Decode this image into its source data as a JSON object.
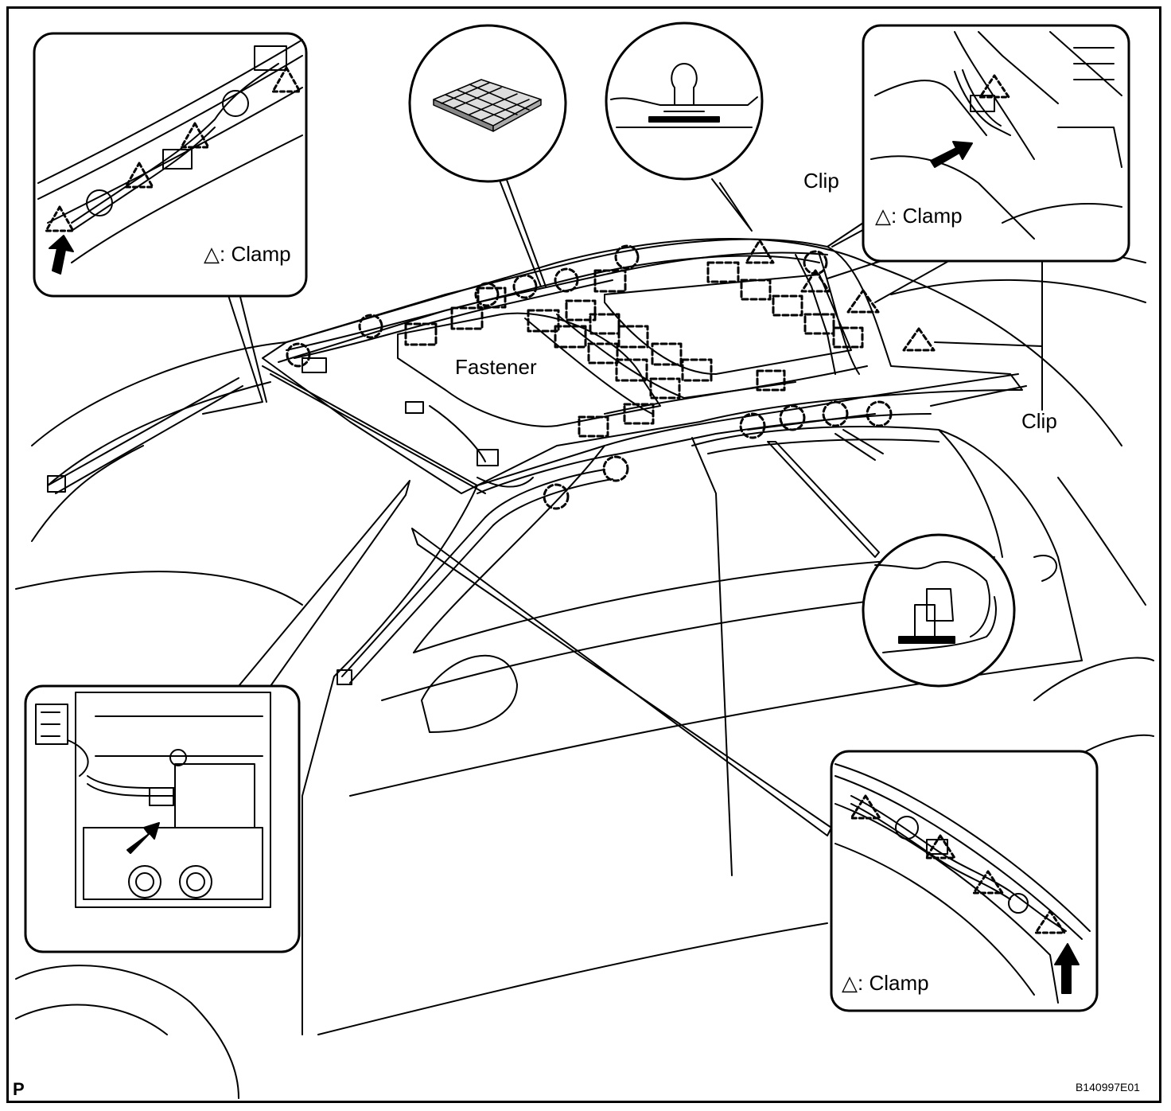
{
  "labels": {
    "clip_top": "Clip",
    "clip_right": "Clip",
    "fastener": "Fastener",
    "clamp_legend_symbol": "△",
    "clamp_legend_text": ": Clamp"
  },
  "insets": {
    "top_left": {
      "legend": "△: Clamp"
    },
    "top_right": {
      "legend": "△: Clamp"
    },
    "bottom_right": {
      "legend": "△: Clamp"
    }
  },
  "footer": {
    "corner_letter": "P",
    "figure_code": "B140997E01"
  },
  "icons": {
    "fastener_detail": "velcro-pad-icon",
    "clip_detail": "push-clip-icon",
    "arrow": "black-arrow-icon"
  }
}
